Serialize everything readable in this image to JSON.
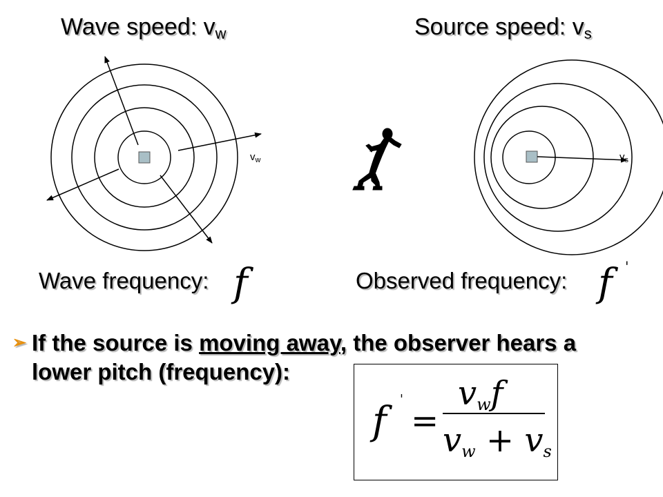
{
  "left_panel": {
    "title_main": "Wave speed: v",
    "title_sub": "w",
    "arrow_label": "vw",
    "freq_label": "Wave frequency:",
    "freq_symbol": "f"
  },
  "right_panel": {
    "title_main": "Source speed: v",
    "title_sub": "s",
    "arrow_label": "vs",
    "freq_label": "Observed frequency:",
    "freq_symbol": "f",
    "freq_prime": "'"
  },
  "bullet": {
    "line1_before": "If the source is ",
    "line1_emphasis": "moving away",
    "line1_after": ", the observer hears a",
    "line2": "lower pitch (frequency):"
  },
  "formula": {
    "lhs": "f",
    "lhs_prime": "'",
    "equals": "=",
    "num_v": "v",
    "num_sub": "w",
    "num_f": "f",
    "den_v1": "v",
    "den_sub1": "w",
    "den_plus": " + ",
    "den_v2": "v",
    "den_sub2": "s"
  },
  "colors": {
    "bullet_arrow": "#e8900c",
    "source_square": "#a9bfc6"
  }
}
